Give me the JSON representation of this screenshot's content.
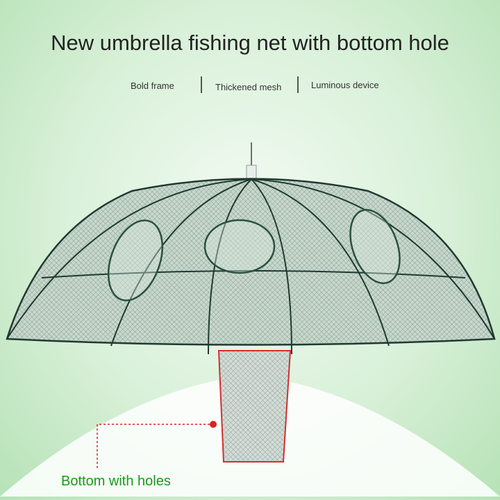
{
  "title": "New umbrella fishing net with bottom hole",
  "features": [
    "Bold frame",
    "Thickened mesh",
    "Luminous device"
  ],
  "callout": "Bottom with holes",
  "colors": {
    "net": "#1f4a3a",
    "callout_line": "#e02020",
    "callout_text": "#1a9a1a"
  }
}
